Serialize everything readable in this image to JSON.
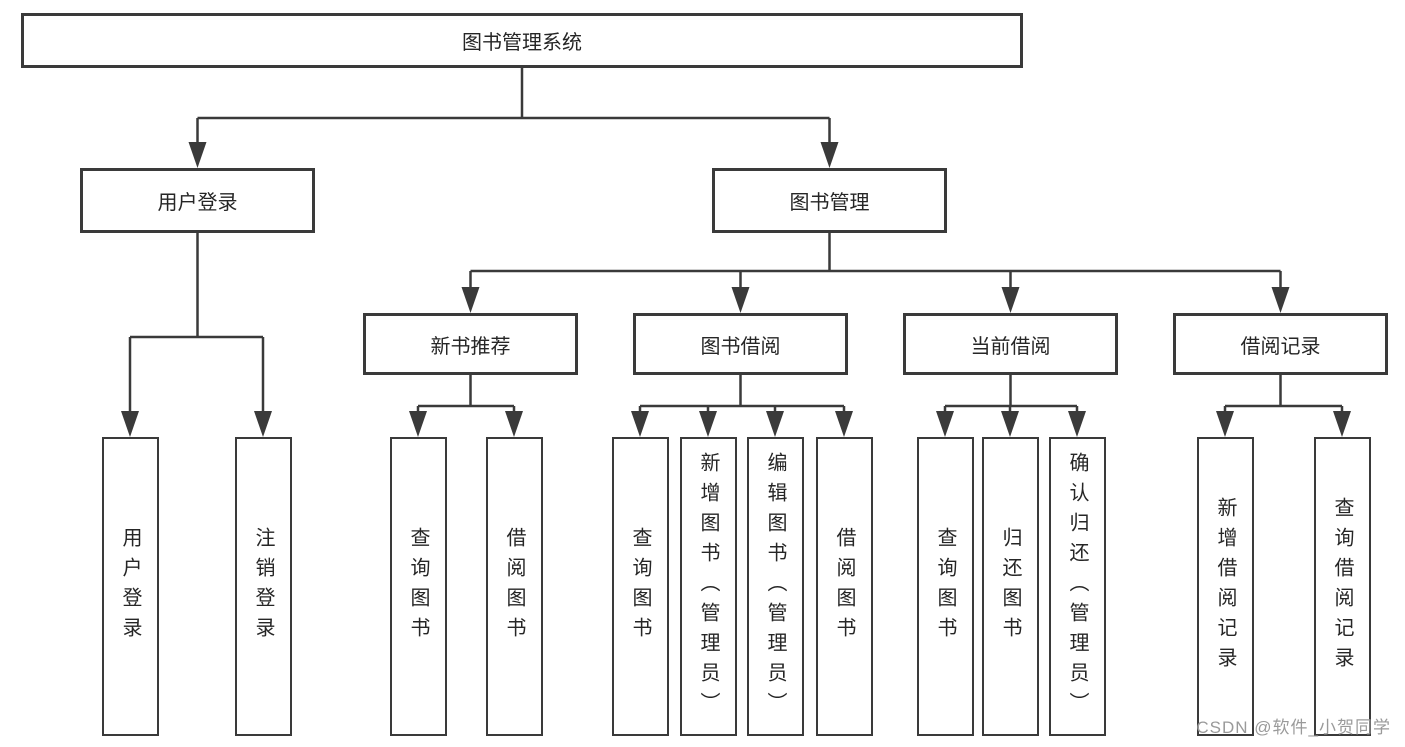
{
  "diagram": {
    "title": "图书管理系统",
    "level2": {
      "user_login": "用户登录",
      "book_mgmt": "图书管理"
    },
    "level3": {
      "new_book_rec": "新书推荐",
      "book_borrow": "图书借阅",
      "current_borrow": "当前借阅",
      "borrow_records": "借阅记录"
    },
    "leaves": [
      "用户登录",
      "注销登录",
      "查询图书",
      "借阅图书",
      "查询图书",
      "新增图书（管理员）",
      "编辑图书（管理员）",
      "借阅图书",
      "查询图书",
      "归还图书",
      "确认归还（管理员）",
      "新增借阅记录",
      "查询借阅记录"
    ],
    "watermark": "CSDN @软件_小贺同学",
    "colors": {
      "line": "#3a3a3a",
      "border": "#3a3a3a",
      "text": "#262626",
      "box_background": "#ffffff",
      "watermark": "#9a9a9a",
      "page_background": "#ffffff"
    }
  }
}
